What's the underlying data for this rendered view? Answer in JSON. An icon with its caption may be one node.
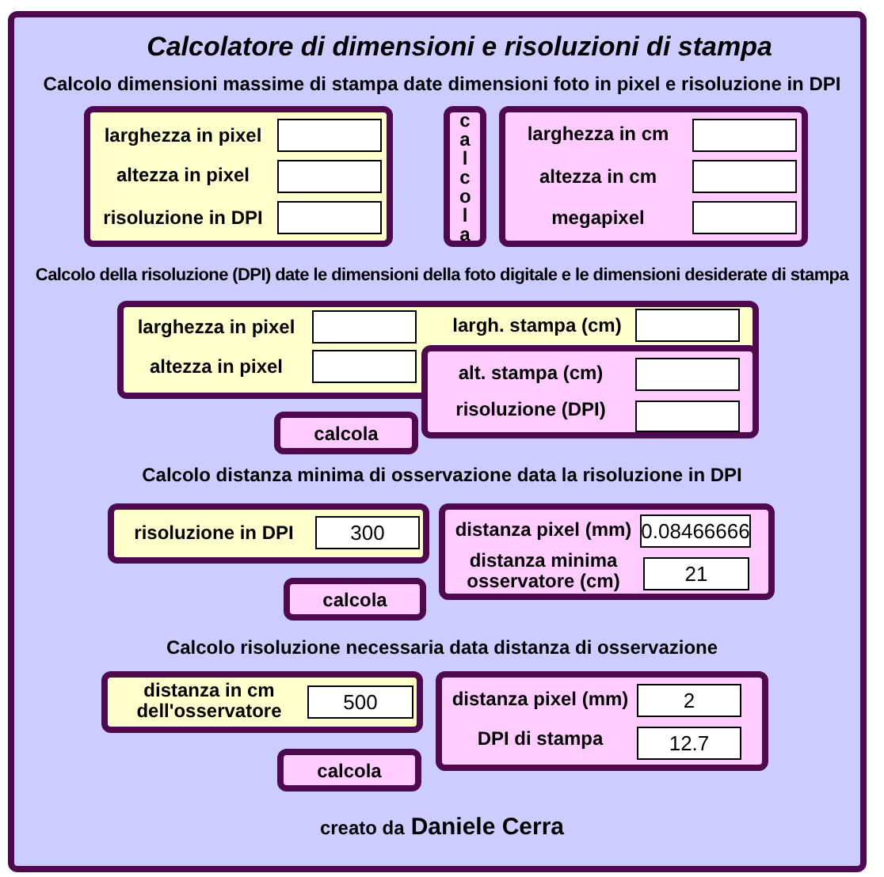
{
  "diagram": {
    "title": "Calcolatore di dimensioni e risoluzioni di stampa",
    "nodes": [
      {
        "text": [
          "larghezza in pixel",
          "altezza in pixel",
          "risoluzione in DPI"
        ]
      },
      {
        "text": [],
        "shape": "box",
        "in": 0
      },
      {
        "text": [],
        "shape": "box",
        "in": 0
      },
      {
        "text": [],
        "shape": "box",
        "in": 0
      },
      {
        "text": [
          "calcola"
        ]
      },
      {
        "text": [
          "larghezza in cm",
          "altezza in cm",
          "megapixel"
        ]
      },
      {
        "text": [],
        "shape": "box",
        "in": 5
      },
      {
        "text": [],
        "shape": "box",
        "in": 5
      },
      {
        "text": [],
        "shape": "box",
        "in": 5
      },
      {
        "text": [
          "larghezza in pixel",
          "altezza in pixel",
          "largh. stampa (cm)"
        ]
      },
      {
        "text": [],
        "shape": "box",
        "in": 9
      },
      {
        "text": [],
        "shape": "box",
        "in": 9
      },
      {
        "text": [],
        "shape": "box",
        "in": 9
      },
      {
        "text": [
          "alt. stampa (cm)",
          "risoluzione (DPI)"
        ]
      },
      {
        "text": [],
        "shape": "box"
      },
      {
        "text": [],
        "shape": "box",
        "in": 13
      },
      {
        "text": [
          "calcola"
        ]
      },
      {
        "text": [
          "risoluzione in DPI"
        ]
      },
      {
        "text": [
          "300"
        ],
        "in": 17
      },
      {
        "text": [
          "distanza pixel (mm)",
          "distanza minima osservatore (cm)"
        ]
      },
      {
        "text": [
          "0.08466666"
        ],
        "in": 19
      },
      {
        "text": [
          "21"
        ],
        "in": 19
      },
      {
        "text": [
          "calcola"
        ]
      },
      {
        "text": [
          "distanza in cm dell'osservatore"
        ]
      },
      {
        "text": [
          "500"
        ],
        "in": 23
      },
      {
        "text": [
          "distanza pixel (mm)",
          "DPI di stampa"
        ]
      },
      {
        "text": [
          "2"
        ],
        "in": 25
      },
      {
        "text": [
          "12.7"
        ],
        "in": 25
      },
      {
        "text": [
          "calcola"
        ]
      }
    ],
    "labels": [
      "Calcolo dimensioni massime di stampa date dimensioni foto in pixel e risoluzione in DPI",
      "Calcolo della risoluzione (DPI) date le dimensioni della foto digitale e le dimensioni desiderate di stampa",
      "Calcolo distanza minima di osservazione data la risoluzione in DPI",
      "Calcolo risoluzione necessaria data distanza di osservazione",
      "creato da",
      "Daniele Cerra"
    ]
  }
}
